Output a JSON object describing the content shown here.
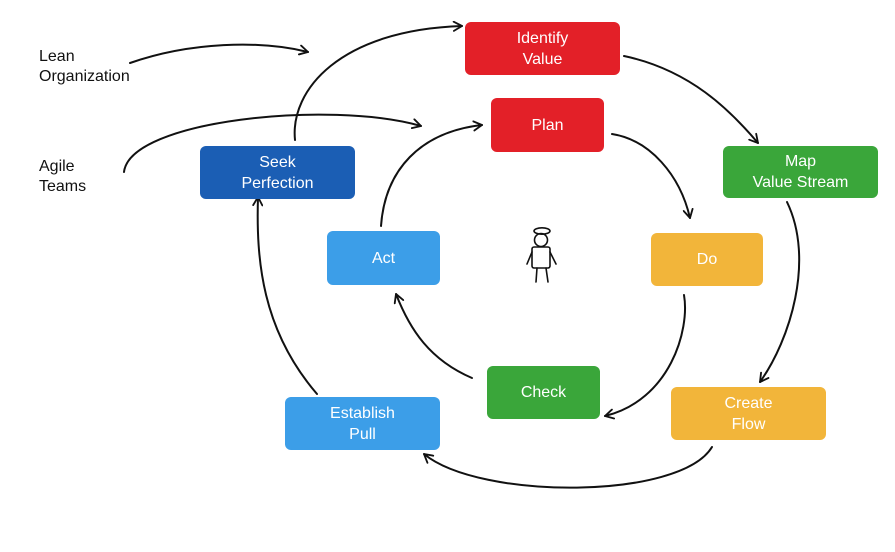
{
  "side_labels": {
    "lean": "Lean\nOrganization",
    "agile": "Agile\nTeams"
  },
  "outer_cycle": {
    "identify_value": "Identify\nValue",
    "map_value_stream": "Map\nValue Stream",
    "create_flow": "Create\nFlow",
    "establish_pull": "Establish\nPull",
    "seek_perfection": "Seek\nPerfection"
  },
  "inner_cycle": {
    "plan": "Plan",
    "do": "Do",
    "check": "Check",
    "act": "Act"
  },
  "colors": {
    "red": "#e32028",
    "green": "#3aa63a",
    "orange": "#f2b53a",
    "light_blue": "#3c9ee8",
    "dark_blue": "#1b5eb4",
    "arrow": "#111111"
  },
  "icons": {
    "center_figure": "stick-figure-icon"
  }
}
